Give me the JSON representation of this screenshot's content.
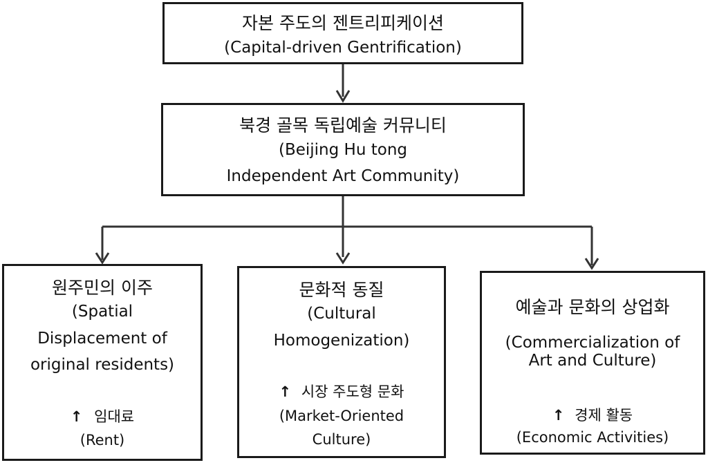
{
  "top_box": {
    "ko": "자본 주도의 젠트리피케이션",
    "en": "(Capital-driven Gentrification)"
  },
  "middle_box": {
    "ko": "북경 골목 독립예술 커뮤니티",
    "en_line1": "(Beijing Hu tong",
    "en_line2": "Independent Art Community)"
  },
  "left_box": {
    "ko": "원주민의 이주",
    "en_line1": "(Spatial",
    "en_line2": "Displacement of",
    "en_line3": "original residents)",
    "factor_arrow": "↑",
    "factor_ko": "임대료",
    "factor_en": "(Rent)"
  },
  "center_box": {
    "ko": "문화적 동질",
    "en_line1": "(Cultural",
    "en_line2": "Homogenization)",
    "factor_arrow": "↑",
    "factor_ko": "시장 주도형 문화",
    "factor_en_line1": "(Market-Oriented",
    "factor_en_line2": "Culture)"
  },
  "right_box": {
    "ko": "예술과 문화의 상업화",
    "en_line1": "(Commercialization of",
    "en_line2": "Art and Culture)",
    "factor_arrow": "↑",
    "factor_ko": "경제 활동",
    "factor_en": "(Economic Activities)"
  }
}
